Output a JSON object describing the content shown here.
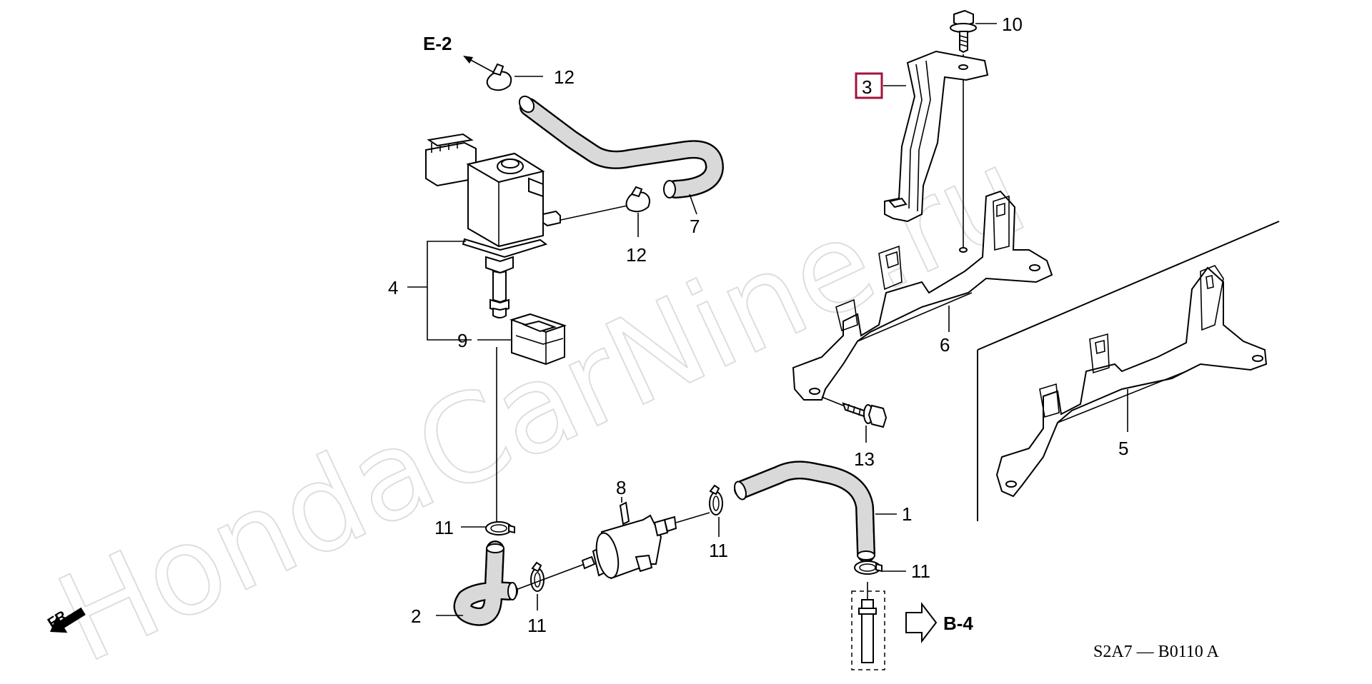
{
  "watermark": "HondaCarNine.ru",
  "references": {
    "e2": "E-2",
    "b4": "B-4",
    "front": "FR."
  },
  "diagram_code": "S2A7 — B0110 A",
  "callouts": {
    "c1": "1",
    "c2": "2",
    "c3": "3",
    "c4": "4",
    "c5": "5",
    "c6": "6",
    "c7": "7",
    "c8": "8",
    "c9": "9",
    "c10": "10",
    "c11a": "11",
    "c11b": "11",
    "c11c": "11",
    "c11d": "11",
    "c12a": "12",
    "c12b": "12",
    "c13": "13"
  },
  "colors": {
    "highlight_box": "#a0143c",
    "watermark": "#d8d8d8"
  },
  "icons": {
    "front_arrow": "front-direction-arrow-icon",
    "continue_arrow": "hollow-arrow-right-icon"
  }
}
